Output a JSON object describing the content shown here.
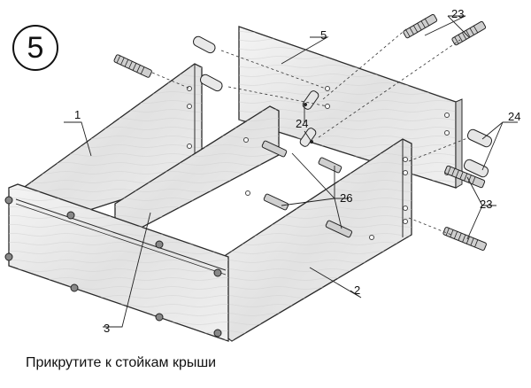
{
  "step": {
    "number": "5"
  },
  "caption": "Прикрутите к стойкам крыши",
  "callouts": {
    "part_1": "1",
    "part_2": "2",
    "part_3": "3",
    "part_5": "5",
    "fastener_23_top": "23",
    "fastener_23_bottom": "23",
    "fastener_24_left": "24",
    "fastener_24_right": "24",
    "fastener_26": "26"
  },
  "colors": {
    "line": "#2a2a2a",
    "panel": "#ececec",
    "panel_dark": "#dadada",
    "background": "#ffffff"
  }
}
